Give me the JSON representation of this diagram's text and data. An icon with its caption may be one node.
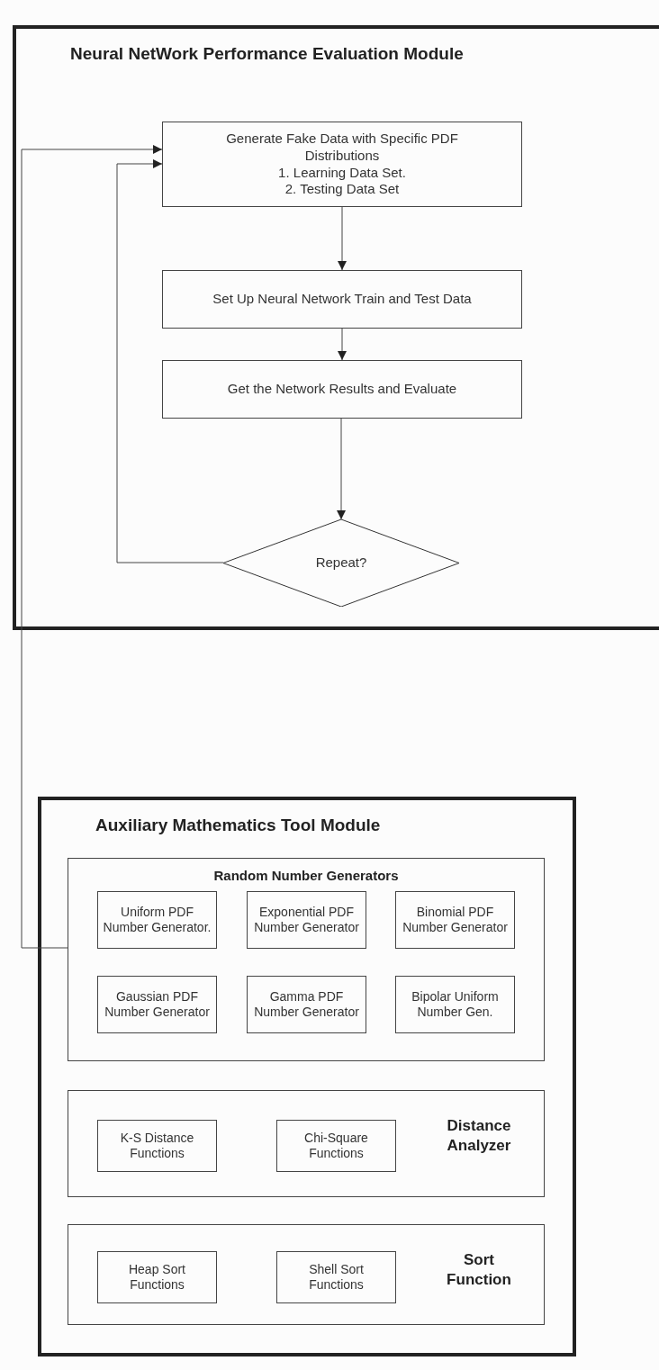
{
  "diagram": {
    "nodes": [
      {
        "text": [
          "Neural NetWork Performance Evaluation Module"
        ]
      },
      {
        "text": [
          "Generate Fake Data with Specific PDF Distributions",
          "1. Learning Data Set.",
          "2. Testing Data Set"
        ],
        "in": 0
      },
      {
        "text": [
          "Set Up Neural Network Train and Test Data"
        ],
        "in": 0
      },
      {
        "text": [
          "Get the Network Results and Evaluate"
        ],
        "in": 0
      },
      {
        "text": [
          "Repeat?"
        ],
        "in": 0
      },
      {
        "text": [
          "Auxiliary Mathematics Tool Module"
        ]
      },
      {
        "text": [
          "Random Number Generators"
        ],
        "in": 5
      },
      {
        "text": [
          "Uniform PDF Number Generator."
        ],
        "in": 6
      },
      {
        "text": [
          "Exponential PDF Number Generator"
        ],
        "in": 6
      },
      {
        "text": [
          "Binomial PDF Number Generator"
        ],
        "in": 6
      },
      {
        "text": [
          "Gaussian PDF Number Generator"
        ],
        "in": 6
      },
      {
        "text": [
          "Gamma PDF Number Generator"
        ],
        "in": 6
      },
      {
        "text": [
          "Bipolar Uniform Number Gen."
        ],
        "in": 6
      },
      {
        "text": [
          "Distance Analyzer"
        ],
        "in": 5
      },
      {
        "text": [
          "K-S Distance Functions"
        ],
        "in": 13
      },
      {
        "text": [
          "Chi-Square Functions"
        ],
        "in": 13
      },
      {
        "text": [
          "Sort Function"
        ],
        "in": 5
      },
      {
        "text": [
          "Heap Sort Functions"
        ],
        "in": 16
      },
      {
        "text": [
          "Shell Sort Functions"
        ],
        "in": 16
      }
    ],
    "edges": [
      {
        "from": 1,
        "to": 2,
        "arrow": "to"
      },
      {
        "from": 2,
        "to": 3,
        "arrow": "to"
      },
      {
        "from": 3,
        "to": 4,
        "arrow": "to"
      },
      {
        "from": 4,
        "to": 1,
        "arrow": "to"
      },
      {
        "from": 6,
        "to": 1,
        "arrow": "to"
      }
    ]
  }
}
